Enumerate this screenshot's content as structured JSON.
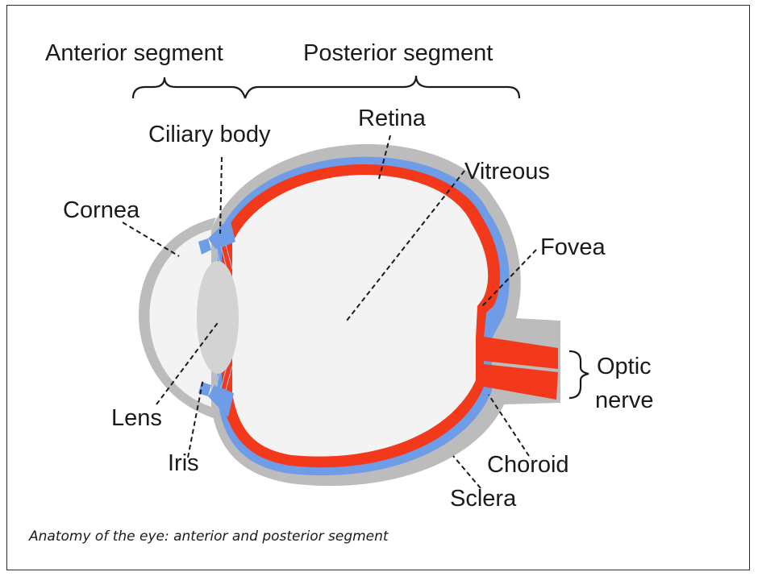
{
  "labels": {
    "anterior_segment": "Anterior segment",
    "posterior_segment": "Posterior segment",
    "ciliary_body": "Ciliary body",
    "retina": "Retina",
    "vitreous": "Vitreous",
    "cornea": "Cornea",
    "fovea": "Fovea",
    "optic_nerve_line1": "Optic",
    "optic_nerve_line2": "nerve",
    "lens": "Lens",
    "iris": "Iris",
    "choroid": "Choroid",
    "sclera": "Sclera"
  },
  "caption": "Anatomy of the eye: anterior and posterior segment",
  "colors": {
    "sclera": "#bcbcbc",
    "choroid": "#6e9ce6",
    "retina": "#f2391c",
    "vitreous": "#f3f3f3",
    "lens": "#d3d3d3",
    "frame": "#2a2a2a"
  }
}
